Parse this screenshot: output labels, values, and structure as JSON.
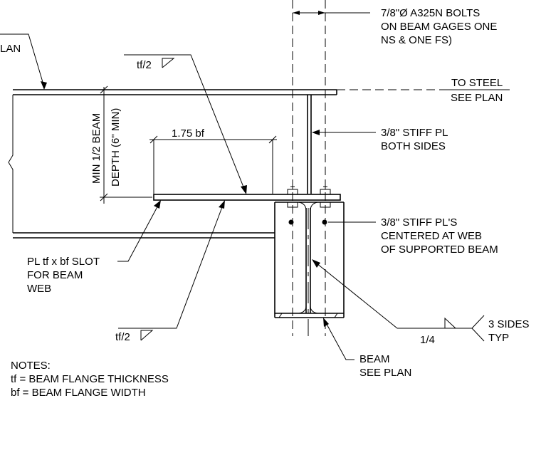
{
  "labels": {
    "plan_partial": "LAN",
    "tf_half_top": "tf/2",
    "tf_half_bottom": "tf/2",
    "bolts_line1": "7/8\"Ø A325N BOLTS",
    "bolts_line2": "ON BEAM GAGES ONE",
    "bolts_line3": "NS & ONE FS)",
    "to_steel_line1": "TO STEEL",
    "to_steel_line2": "SEE PLAN",
    "stiff_pl_line1": "3/8\" STIFF PL",
    "stiff_pl_line2": "BOTH SIDES",
    "stiff_pls_line1": "3/8\" STIFF PL'S",
    "stiff_pls_line2": "CENTERED AT WEB",
    "stiff_pls_line3": "OF SUPPORTED BEAM",
    "dim_175bf": "1.75 bf",
    "min_half_beam_line1": "MIN 1/2 BEAM",
    "min_half_beam_line2": "DEPTH (6\" MIN)",
    "slot_line1": "PL tf x bf SLOT",
    "slot_line2": "FOR BEAM",
    "slot_line3": "WEB",
    "weld_size": "1/4",
    "weld_sides_line1": "3 SIDES",
    "weld_sides_line2": "TYP",
    "beam_line1": "BEAM",
    "beam_line2": "SEE PLAN"
  },
  "notes": {
    "title": "NOTES:",
    "line1": "tf = BEAM FLANGE THICKNESS",
    "line2": "bf = BEAM FLANGE WIDTH"
  }
}
